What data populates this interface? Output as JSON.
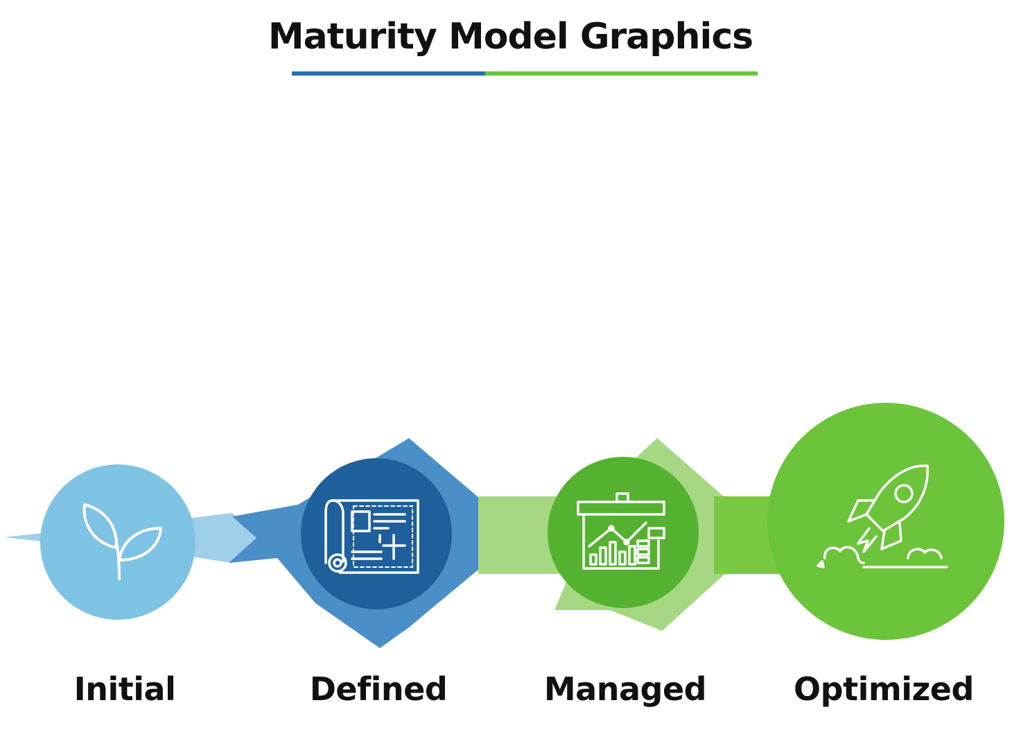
{
  "title": "Maturity Model Graphics",
  "colors": {
    "title_underline_blue": "#2a6fb0",
    "title_underline_green": "#6cc43a",
    "initial_circle": "#7ec3e4",
    "initial_arrow": "#9fcfe9",
    "defined_circle": "#1f5f9c",
    "defined_arrow": "#4a8fc8",
    "managed_circle": "#55b231",
    "managed_arrow": "#a6d884",
    "optimized_circle": "#6cc43a",
    "optimized_band": "#7ac943",
    "icon_stroke": "#ffffff"
  },
  "stages": [
    {
      "label": "Initial",
      "icon": "sprout-icon"
    },
    {
      "label": "Defined",
      "icon": "blueprint-icon"
    },
    {
      "label": "Managed",
      "icon": "growth-chart-icon"
    },
    {
      "label": "Optimized",
      "icon": "rocket-icon"
    }
  ]
}
